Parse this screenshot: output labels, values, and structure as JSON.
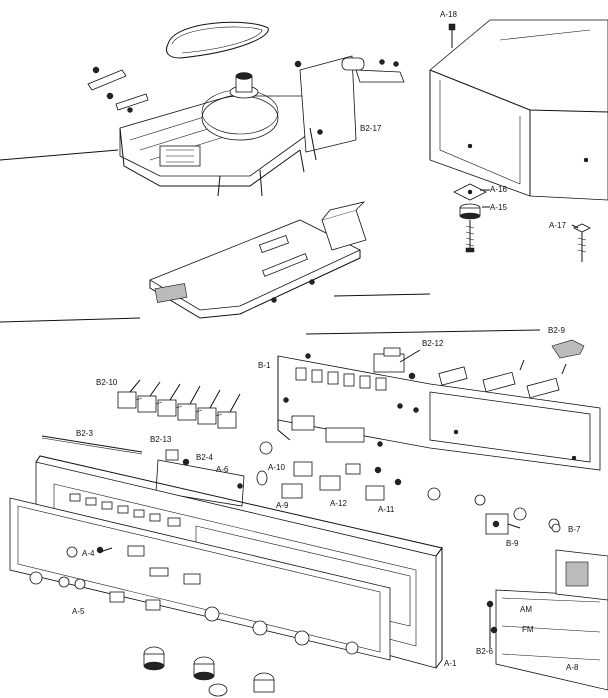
{
  "labels": {
    "a18": "A-18",
    "b2_17": "B2-17",
    "a16": "A-16",
    "a15": "A-15",
    "a17": "A-17",
    "b2_9": "B2-9",
    "b2_12": "B2-12",
    "b1": "B-1",
    "b2_10": "B2-10",
    "b2_3": "B2-3",
    "b2_13": "B2-13",
    "b2_4": "B2-4",
    "a6": "A-6",
    "a10": "A-10",
    "a9": "A-9",
    "a12": "A-12",
    "a11": "A-11",
    "a4": "A-4",
    "a5": "A-5",
    "b9": "B-9",
    "b7": "B-7",
    "b2_6": "B2-6",
    "a8": "A-8",
    "a1": "A-1",
    "am": "AM",
    "fm": "FM"
  }
}
